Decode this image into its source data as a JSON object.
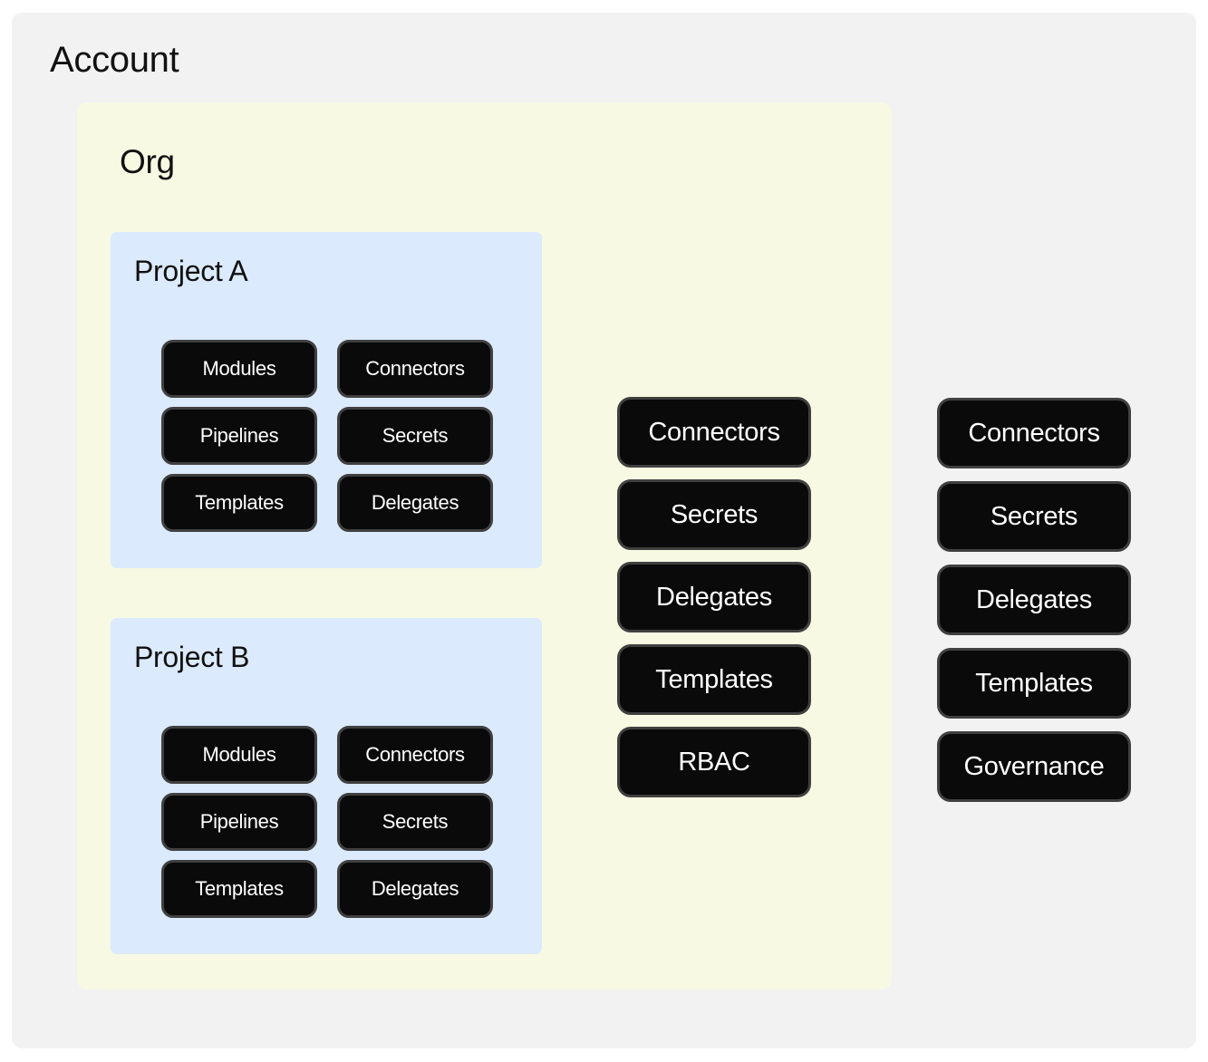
{
  "account": {
    "title": "Account",
    "resources": [
      "Connectors",
      "Secrets",
      "Delegates",
      "Templates",
      "Governance"
    ],
    "org": {
      "title": "Org",
      "resources": [
        "Connectors",
        "Secrets",
        "Delegates",
        "Templates",
        "RBAC"
      ],
      "projects": [
        {
          "title": "Project A",
          "items": [
            "Modules",
            "Connectors",
            "Pipelines",
            "Secrets",
            "Templates",
            "Delegates"
          ]
        },
        {
          "title": "Project B",
          "items": [
            "Modules",
            "Connectors",
            "Pipelines",
            "Secrets",
            "Templates",
            "Delegates"
          ]
        }
      ]
    }
  },
  "colors": {
    "page_bg": "#ffffff",
    "account_bg": "#f2f2f3",
    "org_bg": "#f7f9e3",
    "project_bg": "#dbeafc",
    "pill_bg": "#0a0a0a",
    "pill_border": "#404040",
    "pill_text": "#ffffff",
    "title_text": "#111111"
  }
}
